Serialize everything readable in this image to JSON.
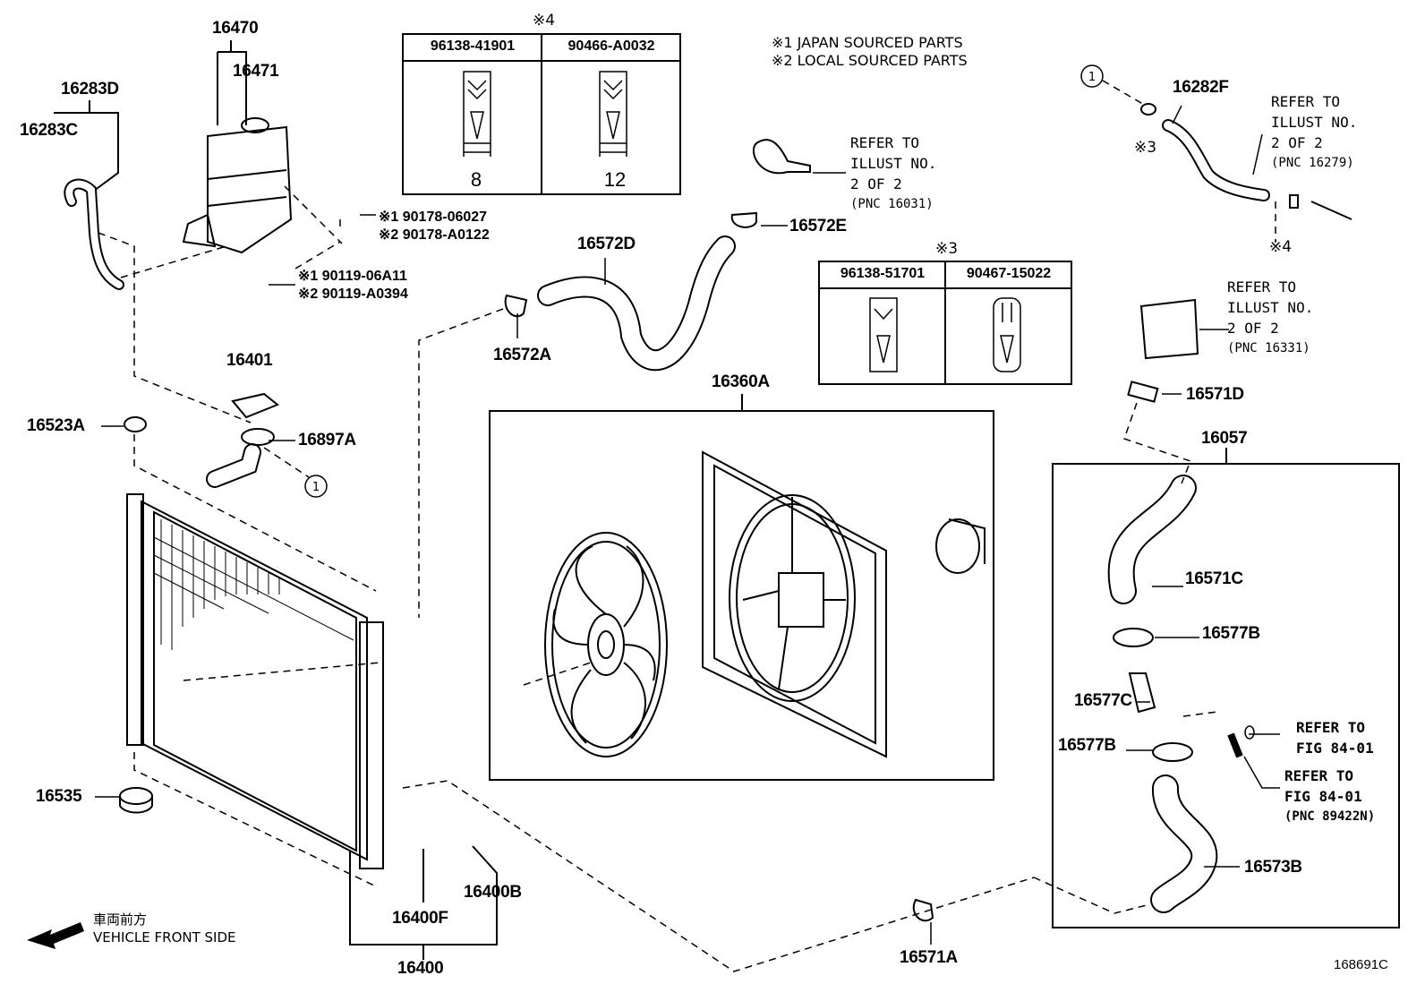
{
  "legend": {
    "line1": "※1  JAPAN SOURCED PARTS",
    "line2": "※2  LOCAL SOURCED PARTS"
  },
  "tables": {
    "t4": {
      "mark": "※4",
      "col1_part": "96138-41901",
      "col2_part": "90466-A0032",
      "col1_size": "8",
      "col2_size": "12"
    },
    "t3": {
      "mark": "※3",
      "col1_part": "96138-51701",
      "col2_part": "90467-15022"
    }
  },
  "parts": {
    "p16470": "16470",
    "p16471": "16471",
    "p16283D": "16283D",
    "p16283C": "16283C",
    "p16572D": "16572D",
    "p16572E": "16572E",
    "p16572A": "16572A",
    "p16282F": "16282F",
    "p16401": "16401",
    "p16897A": "16897A",
    "p16523A": "16523A",
    "p16360A": "16360A",
    "p16571D": "16571D",
    "p16057": "16057",
    "p16571C": "16571C",
    "p16577B_1": "16577B",
    "p16577C": "16577C",
    "p16577B_2": "16577B",
    "p16535": "16535",
    "p16573B": "16573B",
    "p16400B": "16400B",
    "p16400F": "16400F",
    "p16400": "16400",
    "p16571A": "16571A"
  },
  "fasteners": {
    "nut1": "※1 90178-06027",
    "nut2": "※2 90178-A0122",
    "bolt1": "※1 90119-06A11",
    "bolt2": "※2 90119-A0394",
    "mark3": "※3",
    "mark4": "※4",
    "circle_ref": "1"
  },
  "refs": {
    "ref16031": {
      "l1": "REFER TO",
      "l2": "ILLUST NO.",
      "l3": "2 OF 2",
      "l4": "(PNC 16031)"
    },
    "ref16279": {
      "l1": "REFER TO",
      "l2": "ILLUST NO.",
      "l3": "2 OF 2",
      "l4": "(PNC 16279)"
    },
    "ref16331": {
      "l1": "REFER TO",
      "l2": "ILLUST NO.",
      "l3": "2 OF 2",
      "l4": "(PNC 16331)"
    },
    "fig1": {
      "l1": "REFER TO",
      "l2": "FIG 84-01"
    },
    "fig2": {
      "l1": "REFER TO",
      "l2": "FIG 84-01",
      "l3": "(PNC 89422N)"
    }
  },
  "footer": {
    "front_jp": "車両前方",
    "front_en": "VEHICLE FRONT SIDE",
    "code": "168691C"
  }
}
